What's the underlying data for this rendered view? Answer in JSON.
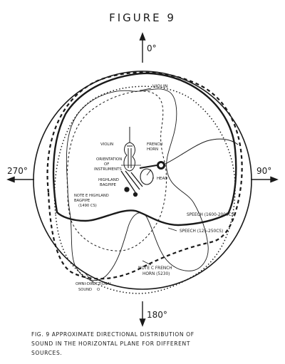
{
  "figure_title": "FIGURE 9",
  "directions": {
    "top": "0°",
    "right": "90°",
    "bottom": "180°",
    "left": "270°"
  },
  "curve_labels": {
    "violin": "VIOLIN",
    "speech_a": "SPEECH (1600-2000CS)",
    "speech_b": "SPEECH (125-250CS)",
    "note_e_line1": "NOTE E HIGHLAND",
    "note_e_line2": "BAGPIPE",
    "note_e_line3": "(1490 CS)",
    "note_c_line1": "NOTE C FRENCH",
    "note_c_line2": "HORN (5230)",
    "omni_line1": "OMNI-DIRECTIONAL",
    "omni_line2": "SOUND",
    "omni_suffix": "O"
  },
  "source_labels": {
    "violin": "VIOLIN",
    "french_horn_line1": "FRENCH",
    "french_horn_line2": "HORN",
    "orientation_line1": "ORIENTATION",
    "orientation_line2": "OF",
    "orientation_line3": "INSTRUMENTS",
    "bagpipe_line1": "HIGHLAND",
    "bagpipe_line2": "BAGPIPE",
    "head": "HEAD"
  },
  "caption_lines": [
    "FIG. 9   APPROXIMATE   DIRECTIONAL   DISTRIBUTION   OF",
    "SOUND   IN   THE   HORIZONTAL   PLANE   FOR   DIFFERENT",
    "SOURCES."
  ]
}
